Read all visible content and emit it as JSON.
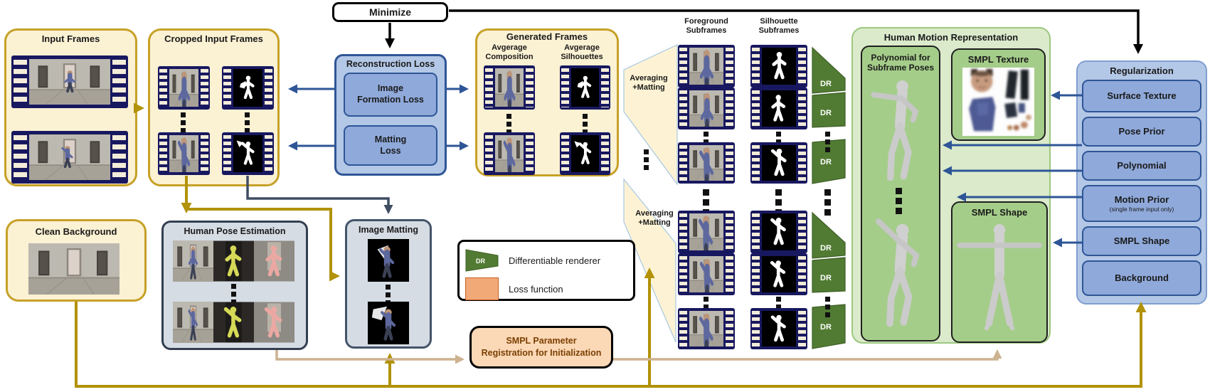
{
  "minimize": {
    "label": "Minimize"
  },
  "input_frames": {
    "title": "Input Frames"
  },
  "cropped_frames": {
    "title": "Cropped Input Frames"
  },
  "reconstruction": {
    "title": "Reconstruction Loss",
    "image_formation_line1": "Image",
    "image_formation_line2": "Formation Loss",
    "matting_line1": "Matting",
    "matting_line2": "Loss"
  },
  "generated": {
    "title": "Generated Frames",
    "avg_composition_line1": "Avgerage",
    "avg_composition_line2": "Composition",
    "avg_silhouettes_line1": "Avgerage",
    "avg_silhouettes_line2": "Silhouettes"
  },
  "averaging": {
    "line1": "Averaging",
    "line2": "+Matting"
  },
  "subframes": {
    "foreground_line1": "Foreground",
    "foreground_line2": "Subframes",
    "silhouette_line1": "Silhouette",
    "silhouette_line2": "Subframes"
  },
  "dr_label": "DR",
  "hmr": {
    "title": "Human Motion Representation",
    "polynomial_line1": "Polynomial for",
    "polynomial_line2": "Subframe Poses",
    "texture_title": "SMPL Texture",
    "shape_title": "SMPL Shape"
  },
  "regularization": {
    "title": "Regularization",
    "items": [
      {
        "label": "Surface Texture"
      },
      {
        "label": "Pose Prior"
      },
      {
        "label": "Polynomial"
      },
      {
        "label": "Motion Prior",
        "sublabel": "(single frame input only)"
      },
      {
        "label": "SMPL Shape"
      },
      {
        "label": "Background"
      }
    ]
  },
  "clean_background": {
    "title": "Clean Background"
  },
  "hpe": {
    "title": "Human Pose Estimation"
  },
  "image_matting": {
    "title": "Image Matting"
  },
  "legend": {
    "differentiable_renderer": "Differentiable renderer",
    "loss_function": "Loss function"
  },
  "registration": {
    "line1": "SMPL Parameter",
    "line2": "Registration for Initialization"
  },
  "colors": {
    "gold_arrow": "#B19208",
    "yellow_border": "#C6A127",
    "yellow_fill": "#FBF1D3",
    "blue_border": "#2E5596",
    "blue_fill_outer": "#B3C7E6",
    "blue_fill_inner": "#8FA9DA",
    "green_fill_outer": "#DAEACB",
    "green_fill_inner": "#A5CD8A",
    "dr_green": "#517B32",
    "legend_orange": "#F2A978",
    "registration_peach": "#FBD8B6",
    "navy_arrow": "#3F4D63",
    "tan_arrow": "#CDB290",
    "film_navy": "#181860",
    "fan_fill": "#FDF3D4"
  }
}
